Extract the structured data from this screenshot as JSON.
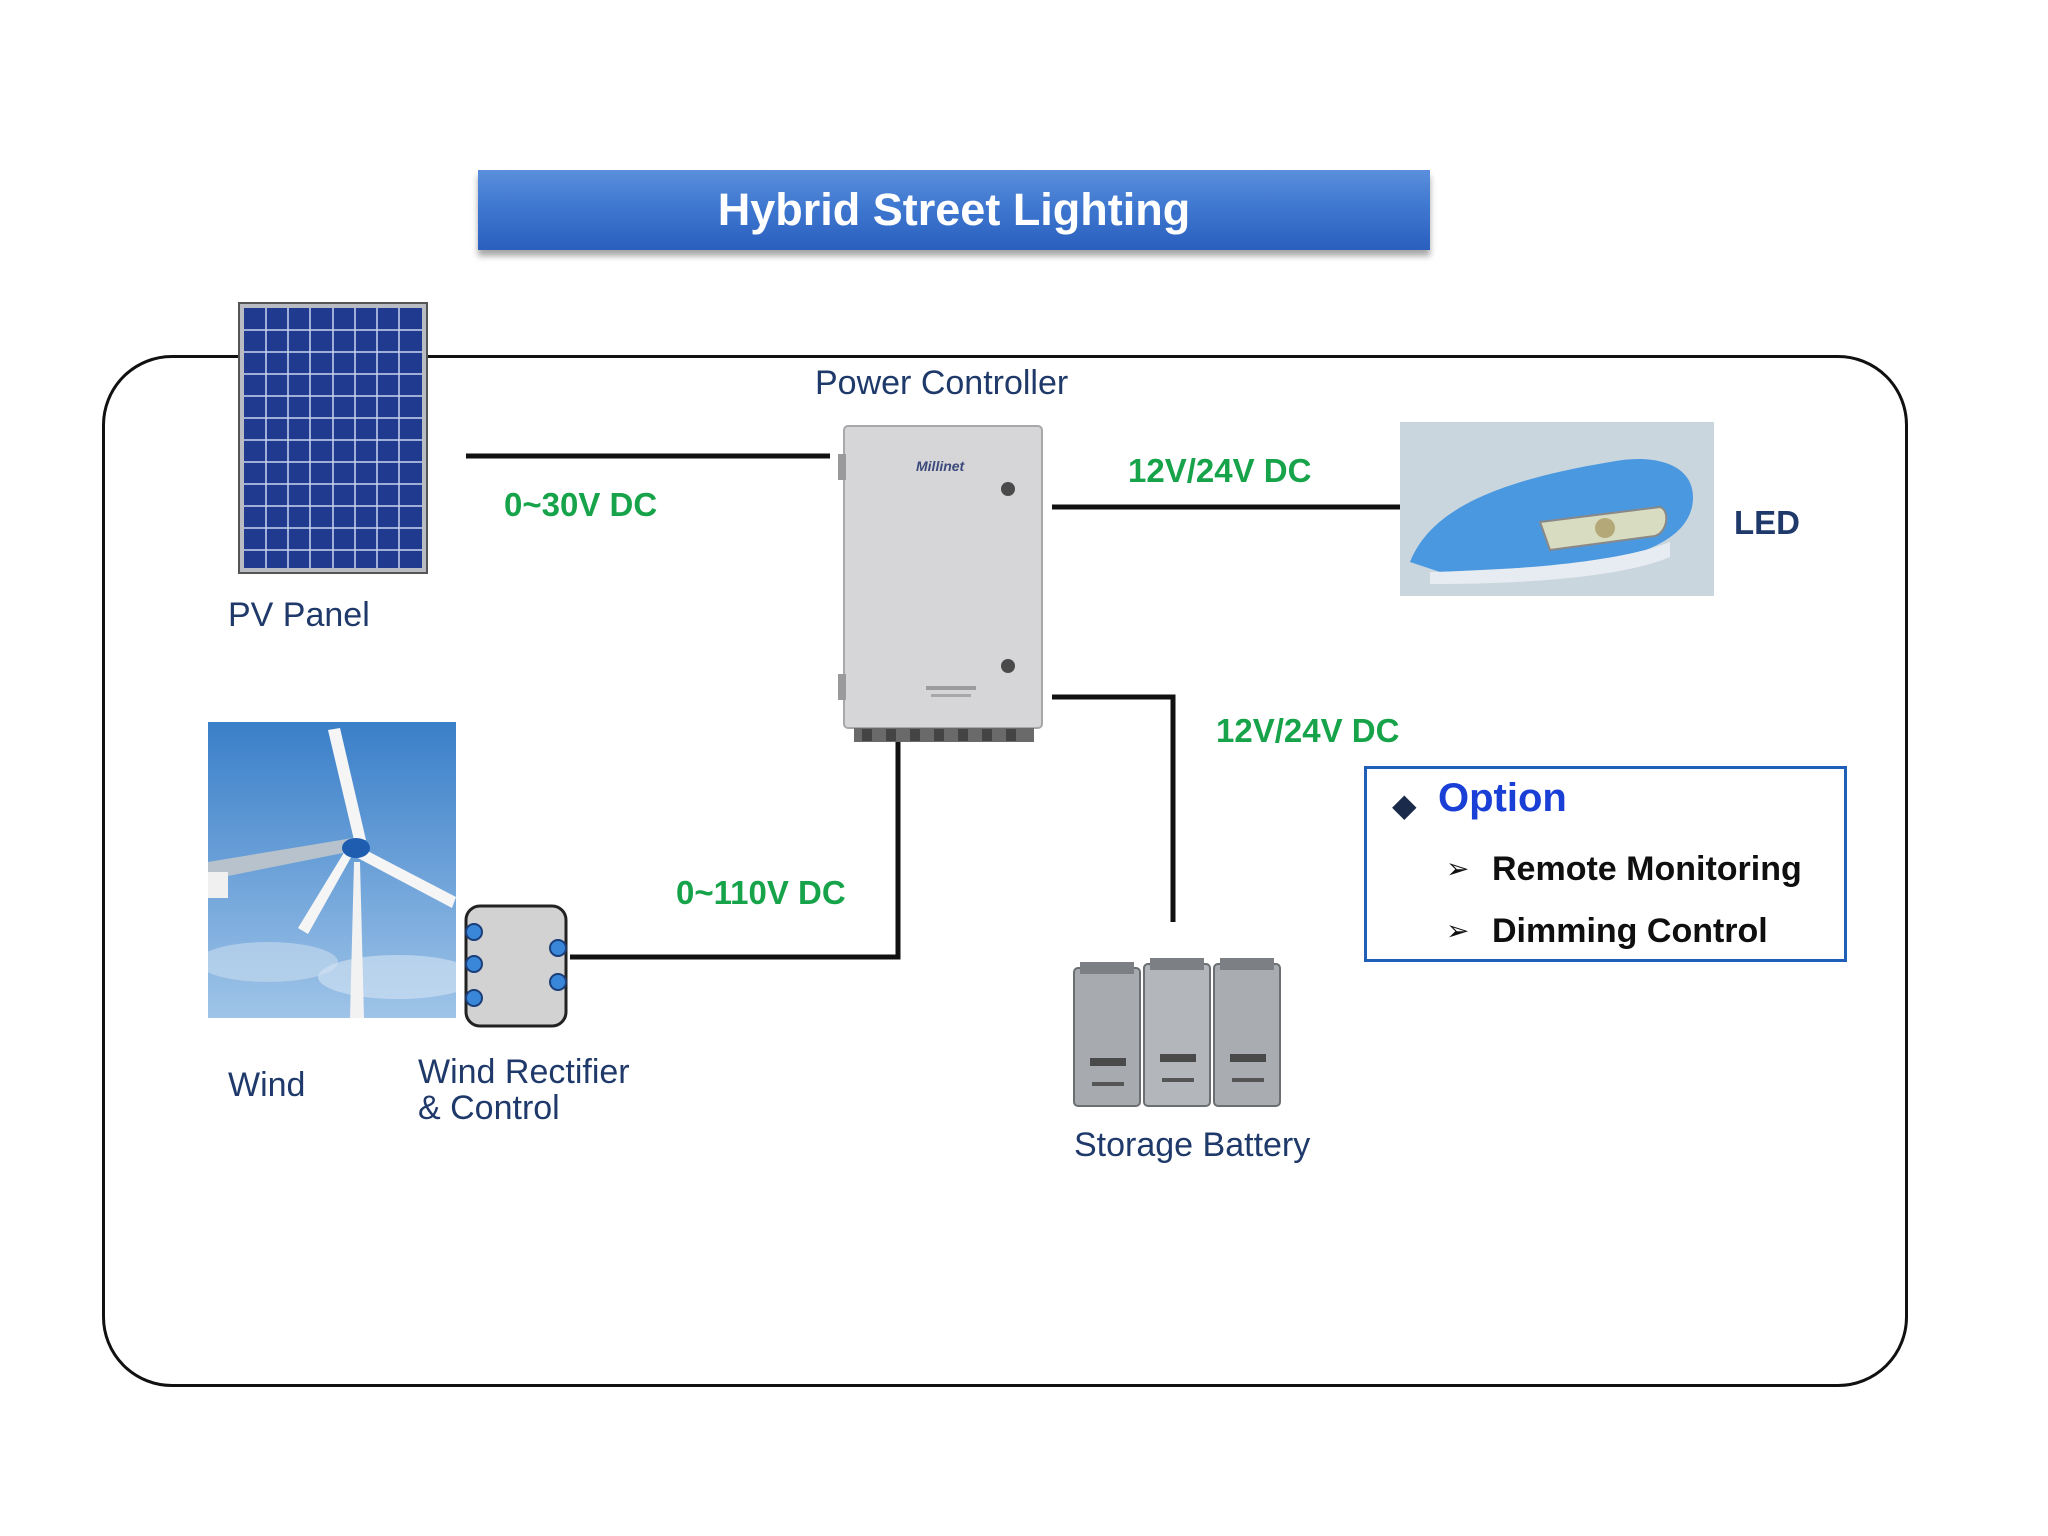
{
  "title": "Hybrid Street Lighting",
  "labels": {
    "power_controller": "Power Controller",
    "pv_panel": "PV Panel",
    "led": "LED",
    "wind": "Wind",
    "wind_rectifier_line1": "Wind Rectifier",
    "wind_rectifier_line2": "& Control",
    "storage_battery": "Storage Battery",
    "controller_brand": "Millinet"
  },
  "voltages": {
    "pv": "0~30V DC",
    "led": "12V/24V DC",
    "battery": "12V/24V DC",
    "wind": "0~110V DC"
  },
  "option": {
    "title": "Option",
    "items": [
      "Remote Monitoring",
      "Dimming Control"
    ]
  },
  "colors": {
    "banner": "#3f78d0",
    "voltage_text": "#16a34a",
    "label_text": "#1f3a6a",
    "option_border": "#1f5fb8",
    "option_title": "#1a3fd6"
  }
}
